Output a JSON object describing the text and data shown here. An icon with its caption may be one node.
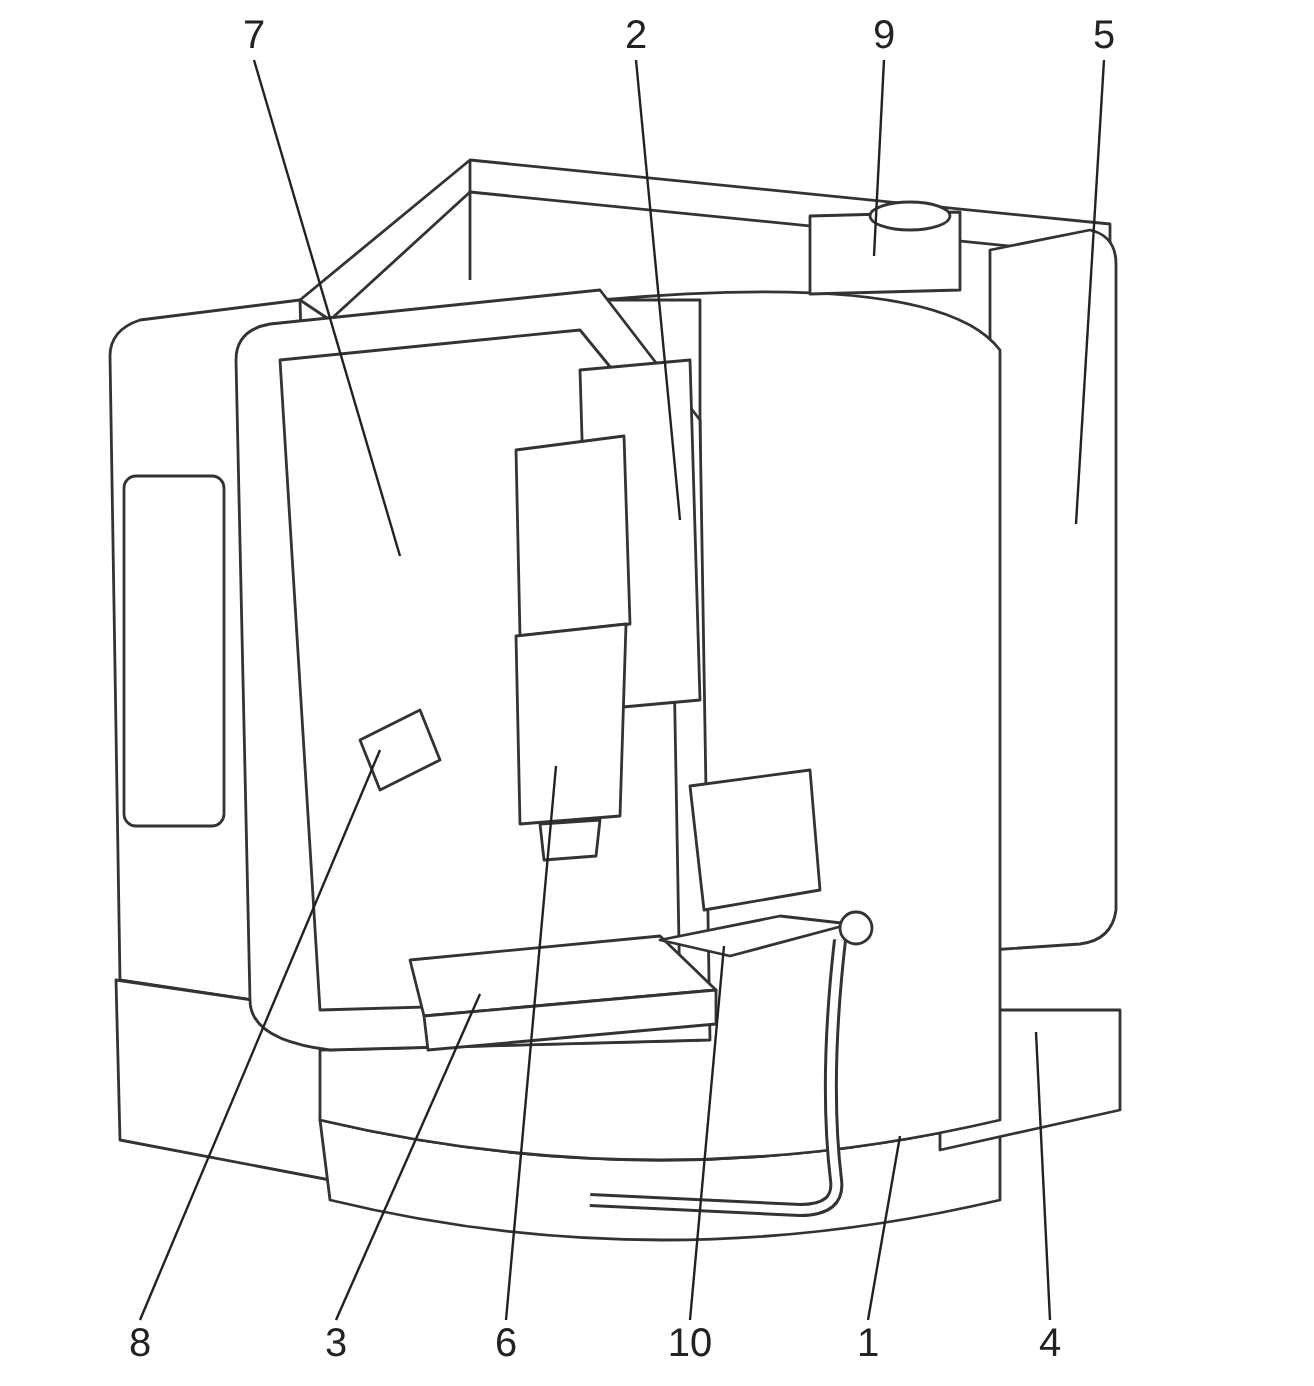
{
  "diagram": {
    "nodes": [
      {
        "text": [
          "7"
        ]
      },
      {
        "text": [
          "2"
        ]
      },
      {
        "text": [
          "9"
        ]
      },
      {
        "text": [
          "5"
        ]
      },
      {
        "text": [
          "8"
        ]
      },
      {
        "text": [
          "3"
        ]
      },
      {
        "text": [
          "6"
        ]
      },
      {
        "text": [
          "10"
        ]
      },
      {
        "text": [
          "1"
        ]
      },
      {
        "text": [
          "4"
        ]
      }
    ],
    "edges": [
      {
        "from": 0,
        "to": null,
        "arrow": "none"
      },
      {
        "from": 1,
        "to": null,
        "arrow": "none"
      },
      {
        "from": 2,
        "to": null,
        "arrow": "none"
      },
      {
        "from": 3,
        "to": null,
        "arrow": "none"
      },
      {
        "from": 4,
        "to": null,
        "arrow": "none"
      },
      {
        "from": 5,
        "to": null,
        "arrow": "none"
      },
      {
        "from": 6,
        "to": null,
        "arrow": "none"
      },
      {
        "from": 7,
        "to": null,
        "arrow": "none"
      },
      {
        "from": 8,
        "to": null,
        "arrow": "none"
      },
      {
        "from": 9,
        "to": null,
        "arrow": "none"
      }
    ]
  }
}
